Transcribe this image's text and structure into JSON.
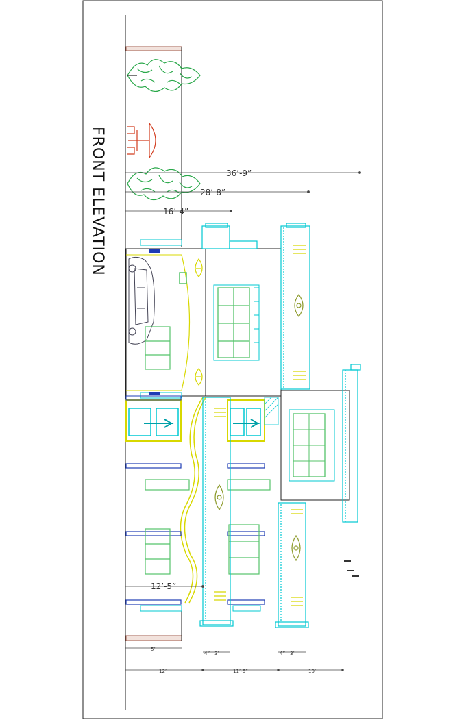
{
  "drawing": {
    "title": "FRONT ELEVATION",
    "dimensions": {
      "overall_width": "36’-9”",
      "upper_width": "28’-8”",
      "left_width": "16’-4”",
      "arch_height": "12’-5”",
      "plinth": "5’",
      "bottom_left": "12’",
      "bottom_mid": "11’-6”",
      "bottom_right": "10’",
      "offset_a": "4”—3’",
      "offset_b": "4”—3’"
    },
    "colors": {
      "line": "#222222",
      "cyan": "#00c8d2",
      "green": "#55c36a",
      "yellow": "#d8d800",
      "olive": "#8c9a2a",
      "blue": "#1e3cb4",
      "red": "#d23c1e",
      "brick": "#a05a4a"
    },
    "icons": [
      "tree-icon",
      "umbrella-table-icon",
      "car-icon",
      "ornament-icon"
    ]
  }
}
